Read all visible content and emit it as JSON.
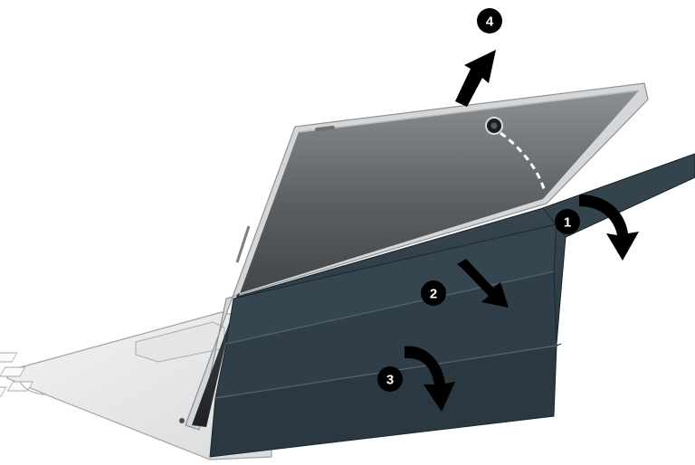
{
  "steps": [
    {
      "number": "1"
    },
    {
      "number": "2"
    },
    {
      "number": "3"
    },
    {
      "number": "4"
    }
  ],
  "colors": {
    "background": "#ffffff",
    "tablet_body": "#5f6264",
    "tablet_frame": "#d6d7d8",
    "cover": "#2e3d46",
    "cover_dark": "#22303a",
    "keyboard": "#e8eaec",
    "keys": "#f7f8f9",
    "arrow": "#000000",
    "callout_fill": "#000000",
    "callout_text": "#ffffff"
  },
  "icons": [
    "curved-arrow-icon",
    "straight-arrow-icon",
    "camera-icon",
    "dashed-path-icon"
  ]
}
